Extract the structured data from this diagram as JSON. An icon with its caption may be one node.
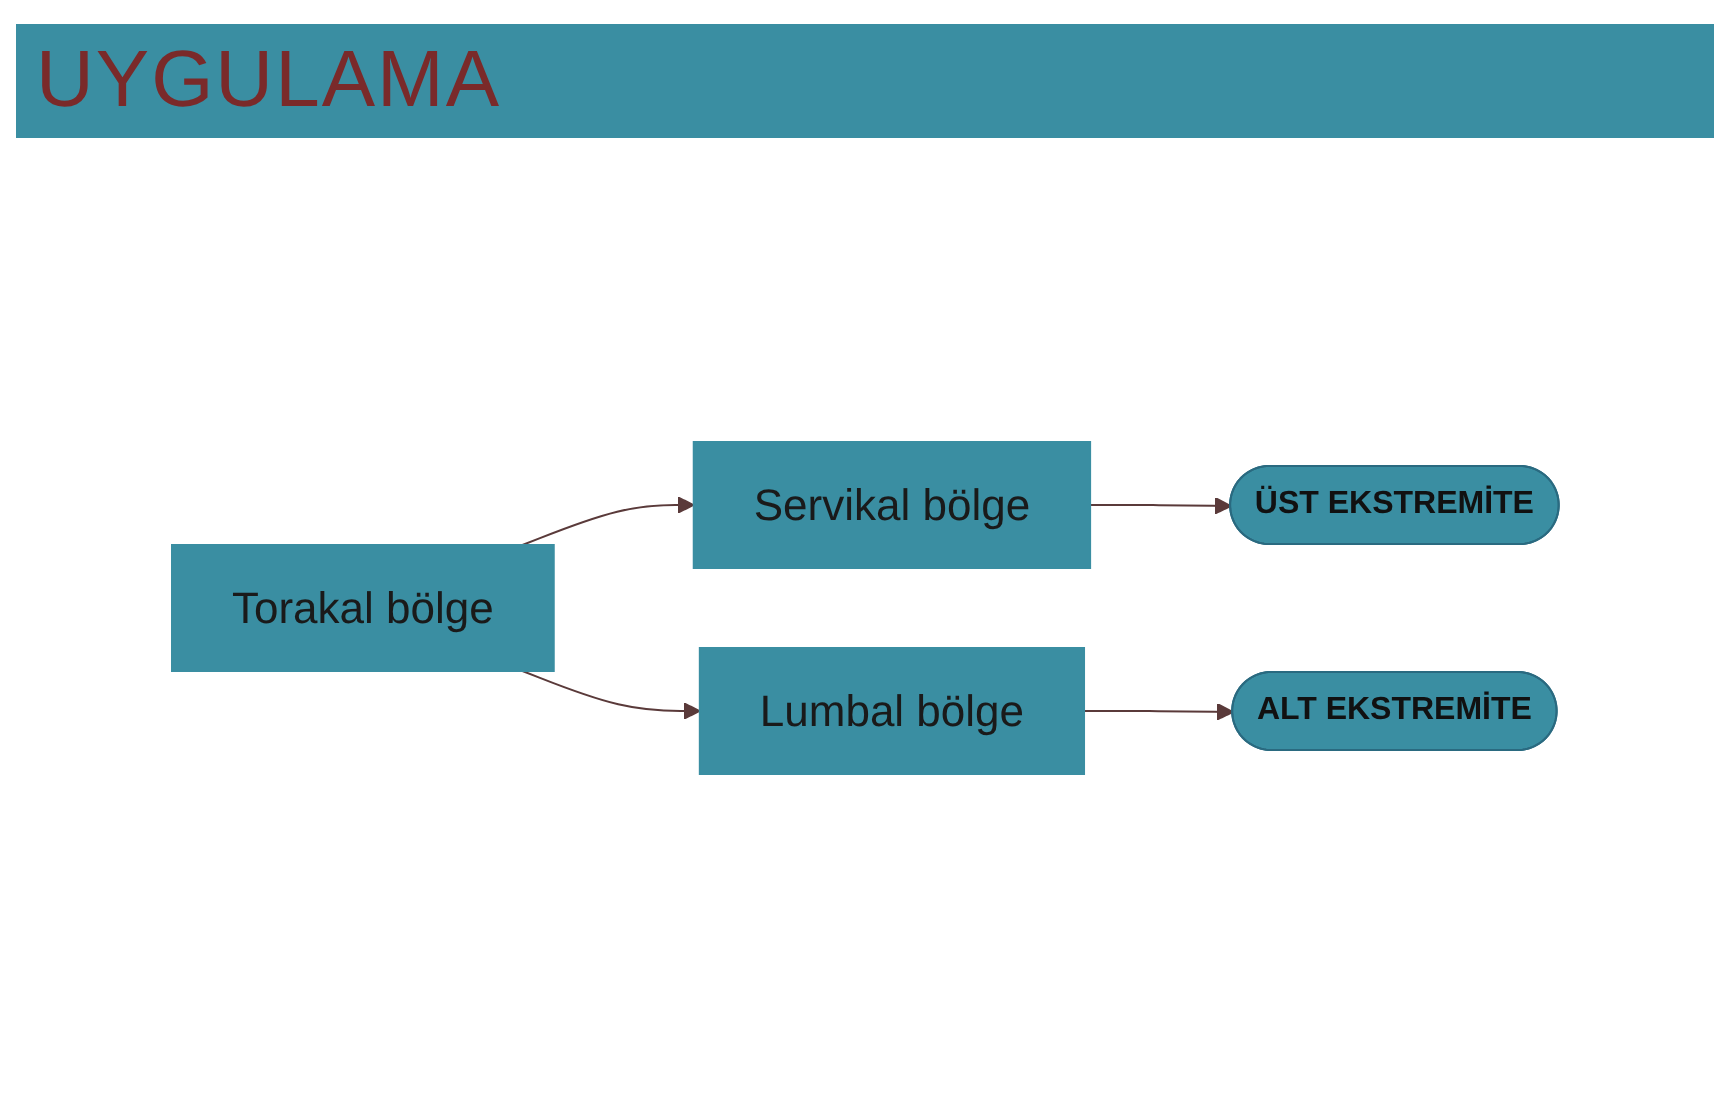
{
  "diagram": {
    "title": "UYGULAMA",
    "nodes": [
      {
        "text": [
          "Servikal bölge"
        ]
      },
      {
        "text": [
          "ÜST EKSTREMİTE"
        ]
      },
      {
        "text": [
          "Torakal bölge"
        ]
      },
      {
        "text": [
          "ALT EKSTREMİTE"
        ]
      },
      {
        "text": [
          "Lumbal bölge"
        ]
      }
    ],
    "edges": [
      {
        "from": 0,
        "to": 1,
        "arrow": "to"
      },
      {
        "from": 2,
        "to": 0,
        "arrow": "to"
      },
      {
        "from": 2,
        "to": 4,
        "arrow": "to"
      },
      {
        "from": 4,
        "to": 3,
        "arrow": "to"
      }
    ]
  }
}
